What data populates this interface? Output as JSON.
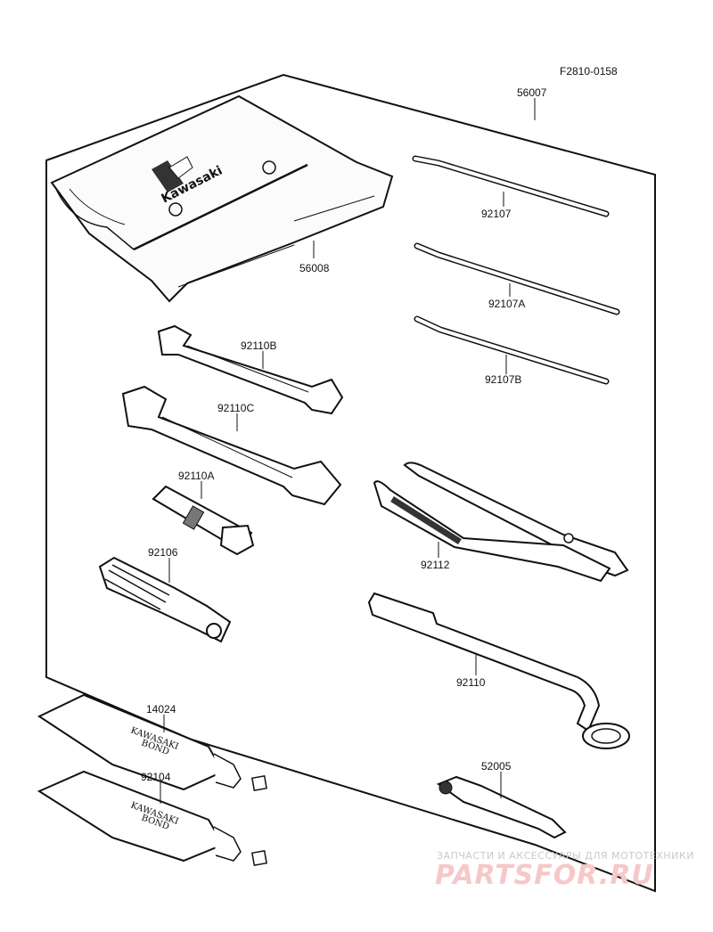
{
  "figure_code": "F2810-0158",
  "brand_on_case": "Kawasaki",
  "tube_text": {
    "line1": "KAWASAKI",
    "line2": "BOND"
  },
  "parts": [
    {
      "id": "p56007",
      "number": "56007",
      "icon": "tool-kit-outline"
    },
    {
      "id": "p56008",
      "number": "56008",
      "icon": "tool-bag"
    },
    {
      "id": "p92107",
      "number": "92107",
      "icon": "screwdriver-bit-icon"
    },
    {
      "id": "p92107a",
      "number": "92107A",
      "icon": "screwdriver-bit-icon"
    },
    {
      "id": "p92107b",
      "number": "92107B",
      "icon": "screwdriver-bit-icon"
    },
    {
      "id": "p92110b",
      "number": "92110B",
      "icon": "open-end-wrench-icon"
    },
    {
      "id": "p92110c",
      "number": "92110C",
      "icon": "open-end-wrench-icon"
    },
    {
      "id": "p92110a",
      "number": "92110A",
      "icon": "spark-plug-socket-icon"
    },
    {
      "id": "p92106",
      "number": "92106",
      "icon": "screwdriver-handle-icon"
    },
    {
      "id": "p92112",
      "number": "92112",
      "icon": "pliers-icon"
    },
    {
      "id": "p92110",
      "number": "92110",
      "icon": "box-end-wrench-icon"
    },
    {
      "id": "p14024",
      "number": "14024",
      "icon": "bond-tube-icon"
    },
    {
      "id": "p92104",
      "number": "92104",
      "icon": "bond-tube-icon"
    },
    {
      "id": "p52005",
      "number": "52005",
      "icon": "tire-gauge-icon"
    }
  ],
  "watermark": {
    "top_text": "ЗАПЧАСТИ И АКСЕССУАРЫ ДЛЯ МОТОТЕХНИКИ",
    "logo_text": "PARTSFOR.RU"
  }
}
